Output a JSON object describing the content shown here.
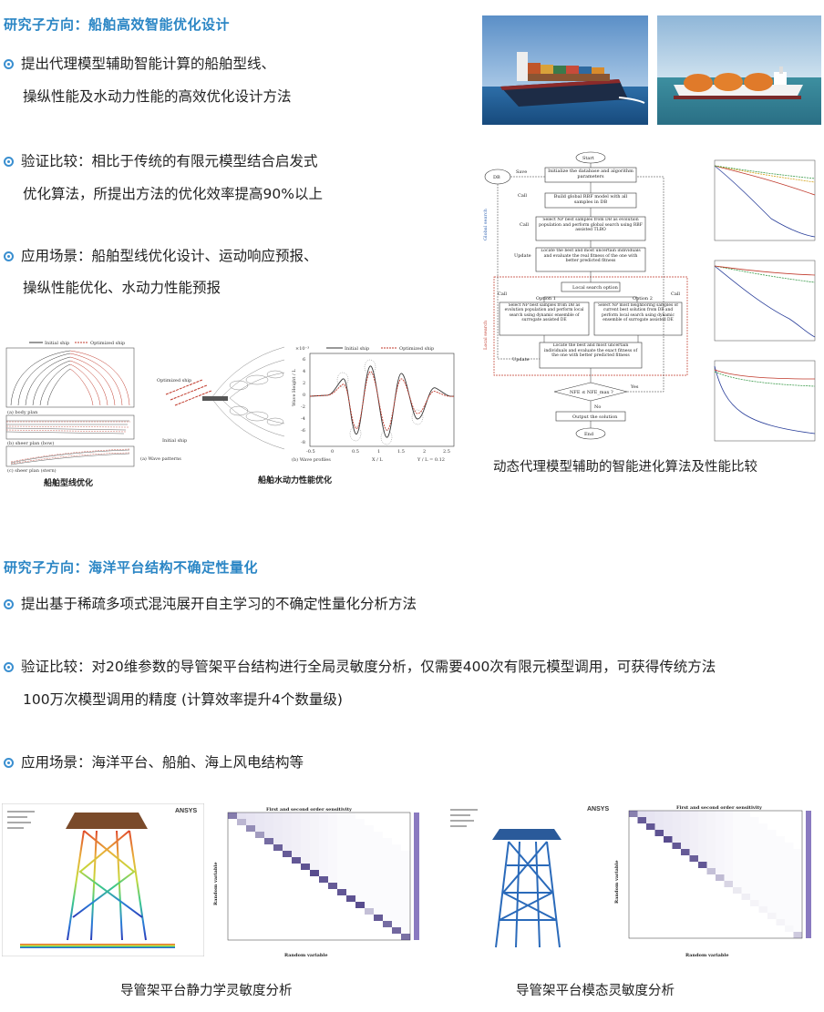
{
  "section1": {
    "title": "研究子方向：船舶高效智能优化设计",
    "bullets": [
      {
        "lines": [
          "提出代理模型辅助智能计算的船舶型线、",
          "操纵性能及水动力性能的高效优化设计方法"
        ]
      },
      {
        "lines": [
          "验证比较：相比于传统的有限元模型结合启发式",
          "优化算法，所提出方法的优化效率提高90%以上"
        ]
      },
      {
        "lines": [
          "应用场景：船舶型线优化设计、运动响应预报、",
          "操纵性能优化、水动力性能预报"
        ]
      }
    ],
    "fig_hull": {
      "caption": "船舶型线优化",
      "legend": [
        "Initial ship",
        "Optimized ship"
      ],
      "labels": [
        "(a) body plan",
        "(b) sheer plan (bow)",
        "(c) sheer plan (stern)"
      ]
    },
    "fig_wave": {
      "caption": "船舶水动力性能优化",
      "labels": [
        "Optimized ship",
        "Initial ship",
        "(a) Wave patterns",
        "(b) Wave profiles"
      ],
      "plot": {
        "legend": [
          "Initial ship",
          "Optimized ship"
        ],
        "ylabel": "Wave Height / L",
        "xlabel": "X / L",
        "note": "Y / L = 0.12",
        "exponent": "×10⁻³",
        "xticks": [
          "-0.5",
          "0",
          "0.5",
          "1",
          "1.5",
          "2",
          "2.5"
        ],
        "yticks": [
          "6",
          "4",
          "2",
          "0",
          "-2",
          "-4",
          "-6",
          "-8"
        ]
      }
    },
    "fig_flow": {
      "caption": "动态代理模型辅助的智能进化算法及性能比较",
      "nodes": {
        "start": "Start",
        "init": "Initialize the database and algorithm parameters",
        "rbf": "Build global RBF model with all samples in DB",
        "select": "Select NP best samples from DB as evolution population and perform global search using RBF assisted TLBO",
        "locate1": "Locate the best and most uncertain individuals and evaluate the real fitness of the one with better predicted fitness",
        "local": "Local search option",
        "opt1": "Option 1",
        "opt2": "Option 2",
        "opt1text": "Select NP best samples from DB as evolution population and perform local search using dynamic ensemble of surrogate assisted DE",
        "opt2text": "Select NP most neighboring samples of current best solution from DB and perform local search using dynamic ensemble of surrogate assisted DE",
        "locate2": "Locate the best and most uncertain individuals and evaluate the exact fitness of the one with better predicted fitness",
        "cond": "NFE ≤ NFE_max ?",
        "output": "Output the solution",
        "end": "End",
        "db": "DB",
        "save": "Save",
        "call": "Call",
        "update": "Update",
        "no": "No",
        "yes": "Yes",
        "global": "Global search",
        "localsearch": "Local search"
      }
    }
  },
  "section2": {
    "title": "研究子方向：海洋平台结构不确定性量化",
    "bullets": [
      {
        "lines": [
          "提出基于稀疏多项式混沌展开自主学习的不确定性量化分析方法"
        ]
      },
      {
        "lines": [
          "验证比较：对20维参数的导管架平台结构进行全局灵敏度分析，仅需要400次有限元模型调用，可获得传统方法",
          "100万次模型调用的精度 (计算效率提升4个数量级)"
        ]
      },
      {
        "lines": [
          "应用场景：海洋平台、船舶、海上风电结构等"
        ]
      }
    ],
    "fig_static": {
      "caption": "导管架平台静力学灵敏度分析",
      "ansys": "ANSYS",
      "matrix_title": "First and second order sensitivity",
      "xlabel": "Random variable",
      "ylabel": "Random variable",
      "size": 20,
      "first_order": [
        0.62,
        0.35,
        0.55,
        0.48,
        0.7,
        0.75,
        0.78,
        0.8,
        0.82,
        0.85,
        0.8,
        0.78,
        0.8,
        0.82,
        0.85,
        0.3,
        0.78,
        0.7,
        0.72,
        0.68
      ]
    },
    "fig_modal": {
      "caption": "导管架平台模态灵敏度分析",
      "ansys": "ANSYS",
      "matrix_title": "First and second order sensitivity",
      "xlabel": "Random variable",
      "ylabel": "Random variable",
      "size": 20,
      "first_order": [
        0.6,
        0.78,
        0.8,
        0.82,
        0.85,
        0.8,
        0.78,
        0.76,
        0.8,
        0.3,
        0.32,
        0.2,
        0.1,
        0.08,
        0.05,
        0.05,
        0.05,
        0.05,
        0.04,
        0.25
      ]
    }
  },
  "colors": {
    "accent": "#2b86c5",
    "initial": "#333333",
    "optimized": "#c0392b",
    "matrix": "#3b2d7a"
  }
}
